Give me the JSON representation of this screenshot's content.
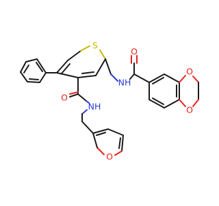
{
  "molecule": {
    "atoms": {
      "sulfur": "S",
      "amide_nh_right": "NH",
      "amide_o_right": "O",
      "benzodioxole_o_top": "O",
      "benzodioxole_o_bottom": "O",
      "amide_o_left": "O",
      "amide_nh_bottom": "NH",
      "furan_o": "O"
    },
    "colors": {
      "bond": "#1a1a1a",
      "oxygen": "#e8211a",
      "nitrogen": "#2b3bd6",
      "sulfur": "#c9b800"
    }
  }
}
